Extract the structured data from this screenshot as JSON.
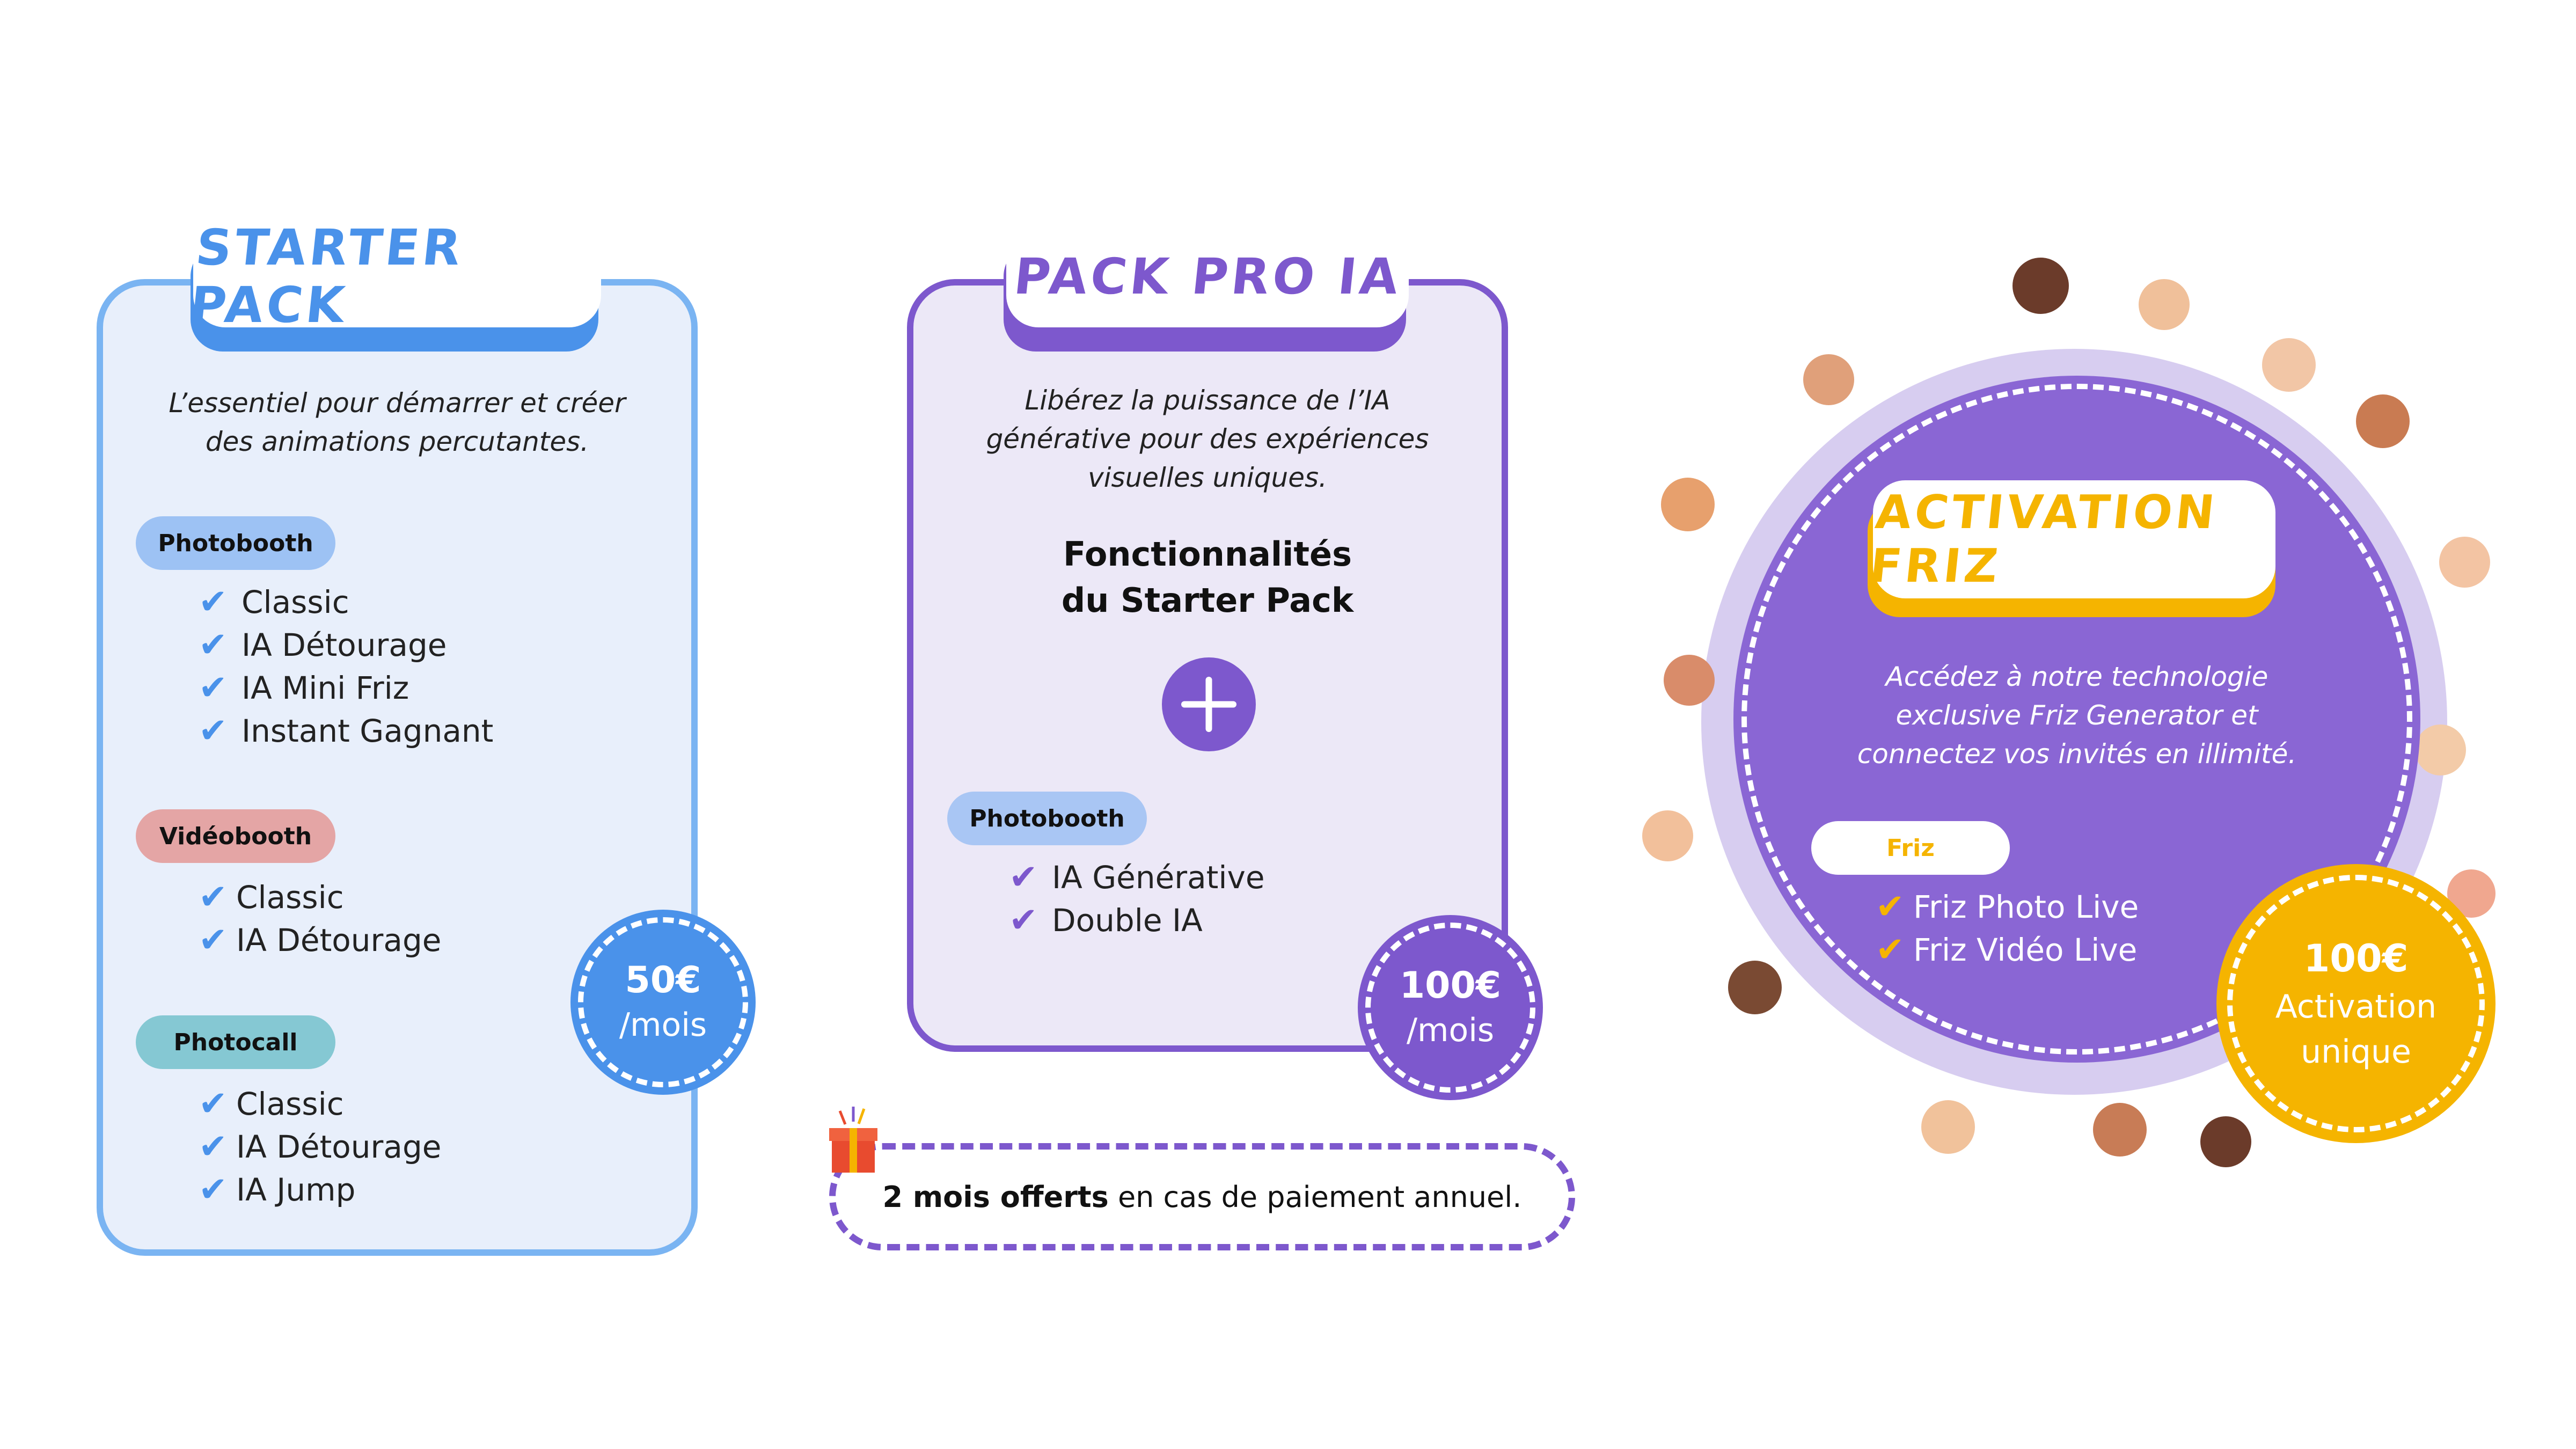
{
  "colors": {
    "starter_blue": "#4a92ea",
    "starter_bg": "#e8effb",
    "pro_purple": "#7d58cd",
    "pro_bg": "#ece8f7",
    "friz_purple": "#8a66d4",
    "friz_yellow": "#f5b400"
  },
  "starter": {
    "title": "STARTER PACK",
    "description_1": "L’essentiel pour démarrer et créer",
    "description_2": "des animations percutantes.",
    "sections": [
      {
        "label": "Photobooth",
        "items": [
          "Classic",
          "IA Détourage",
          "IA Mini Friz",
          "Instant Gagnant"
        ]
      },
      {
        "label": "Vidéobooth",
        "items": [
          "Classic",
          "IA Détourage"
        ]
      },
      {
        "label": "Photocall",
        "items": [
          "Classic",
          "IA Détourage",
          "IA Jump"
        ]
      }
    ],
    "price": "50€",
    "unit": "/mois"
  },
  "pro": {
    "title": "PACK PRO IA",
    "description_1": "Libérez la puissance de l’IA",
    "description_2": "générative pour des expériences",
    "description_3": "visuelles uniques.",
    "features_1": "Fonctionnalités",
    "features_2": "du Starter Pack",
    "plus_icon": "plus-icon",
    "section_label": "Photobooth",
    "items": [
      "IA Générative",
      "Double IA"
    ],
    "price": "100€",
    "unit": "/mois"
  },
  "offer": {
    "bold": "2 mois offerts",
    "rest": " en cas de paiement annuel.",
    "icon": "gift-icon"
  },
  "friz": {
    "title": "ACTIVATION FRIZ",
    "description_1": "Accédez à notre technologie",
    "description_2": "exclusive Friz Generator et",
    "description_3": "connectez vos invités en illimité.",
    "section_label": "Friz",
    "items": [
      "Friz Photo Live",
      "Friz Vidéo Live"
    ],
    "price": "100€",
    "unit_1": "Activation",
    "unit_2": "unique"
  }
}
